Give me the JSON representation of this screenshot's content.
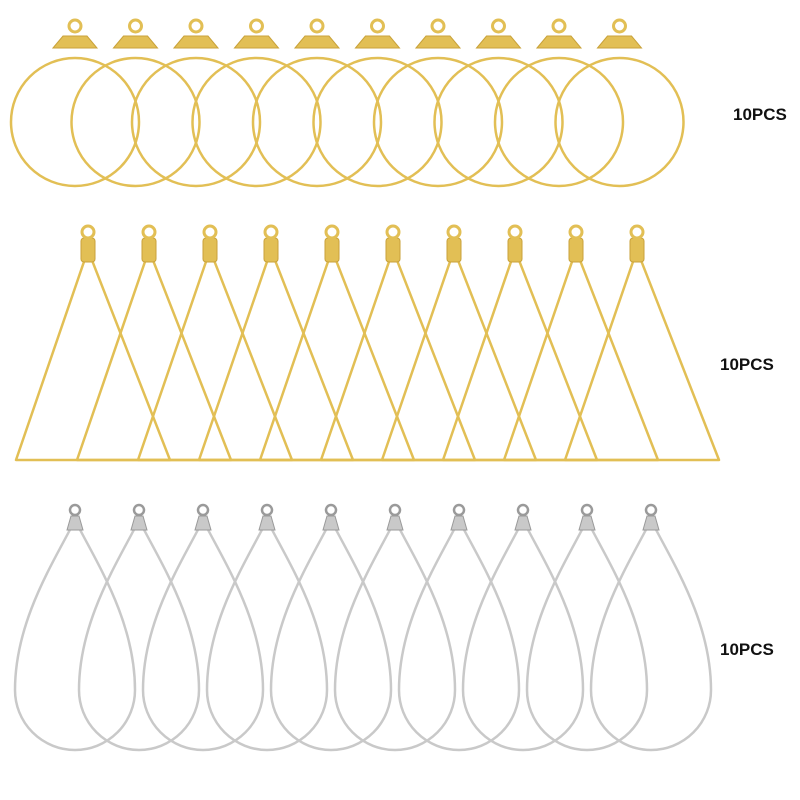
{
  "rows": [
    {
      "shape": "circle-hoop",
      "finish": "gold",
      "count_label": "10PCS",
      "quantity": 10
    },
    {
      "shape": "triangle-hoop",
      "finish": "gold",
      "count_label": "10PCS",
      "quantity": 10
    },
    {
      "shape": "teardrop-hoop",
      "finish": "silver",
      "count_label": "10PCS",
      "quantity": 10
    }
  ],
  "colors": {
    "gold": "#e2bf55",
    "gold_dark": "#c9a23a",
    "silver": "#c9c9c9",
    "silver_dark": "#9a9a9a"
  }
}
